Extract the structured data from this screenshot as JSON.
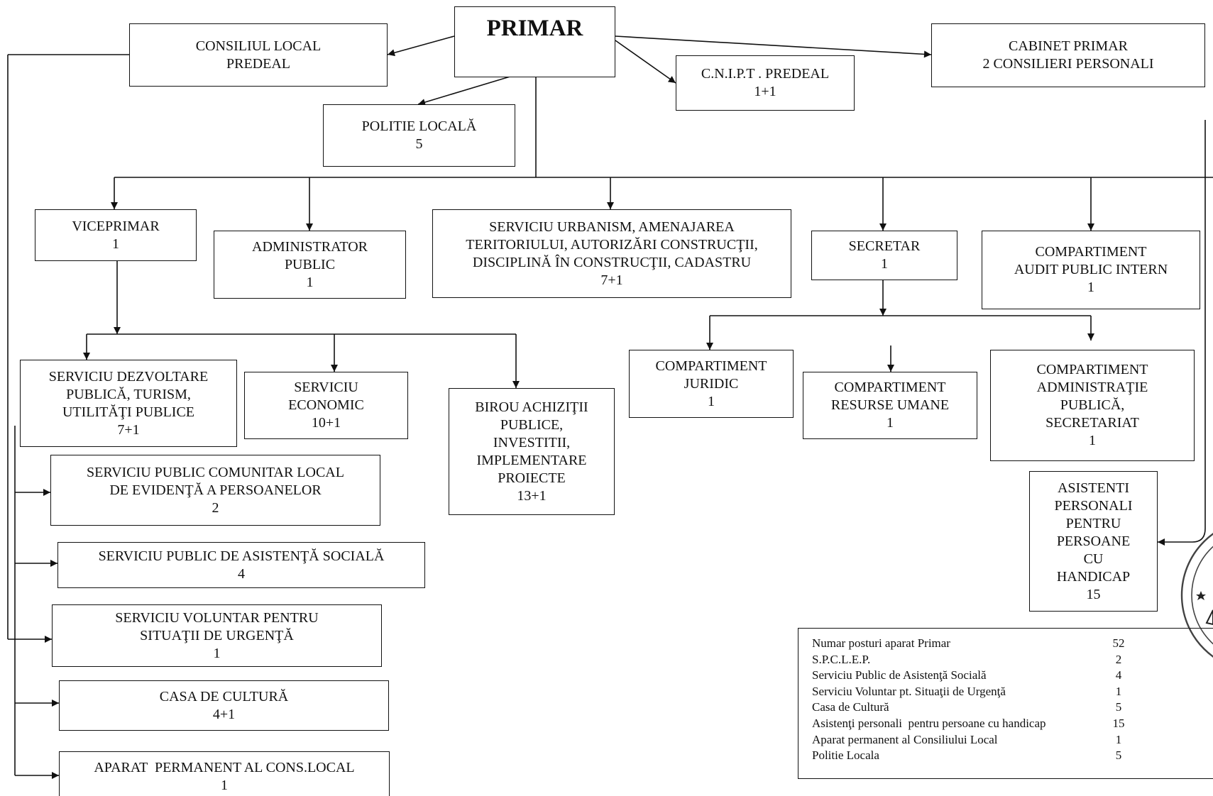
{
  "org_chart": {
    "primar": {
      "label": "PRIMAR"
    },
    "consiliul_local": {
      "lines": [
        "CONSILIUL LOCAL",
        "PREDEAL"
      ]
    },
    "cabinet_primar": {
      "lines": [
        "CABINET PRIMAR",
        "2 CONSILIERI PERSONALI"
      ]
    },
    "cnipt": {
      "lines": [
        "C.N.I.P.T . PREDEAL"
      ],
      "count": "1+1"
    },
    "politie_locala": {
      "lines": [
        "POLITIE LOCALĂ"
      ],
      "count": "5"
    },
    "viceprimar": {
      "lines": [
        "VICEPRIMAR"
      ],
      "count": "1"
    },
    "administrator_public": {
      "lines": [
        "ADMINISTRATOR",
        "PUBLIC"
      ],
      "count": "1"
    },
    "serviciu_urbanism": {
      "lines": [
        "SERVICIU URBANISM, AMENAJAREA",
        "TERITORIULUI, AUTORIZĂRI CONSTRUCŢII,",
        "DISCIPLINĂ ÎN CONSTRUCŢII, CADASTRU"
      ],
      "count": "7+1"
    },
    "secretar": {
      "lines": [
        "SECRETAR"
      ],
      "count": "1"
    },
    "audit_public_intern": {
      "lines": [
        "COMPARTIMENT",
        "AUDIT PUBLIC INTERN"
      ],
      "count": "1"
    },
    "serviciu_dezvoltare": {
      "lines": [
        "SERVICIU DEZVOLTARE",
        "PUBLICĂ, TURISM,",
        "UTILITĂŢI PUBLICE"
      ],
      "count": "7+1"
    },
    "serviciu_economic": {
      "lines": [
        "SERVICIU",
        "ECONOMIC"
      ],
      "count": "10+1"
    },
    "birou_achizitii": {
      "lines": [
        "BIROU ACHIZIŢII",
        "PUBLICE,",
        "INVESTITII,",
        "IMPLEMENTARE",
        "PROIECTE"
      ],
      "count": "13+1"
    },
    "compartiment_juridic": {
      "lines": [
        "COMPARTIMENT",
        "JURIDIC"
      ],
      "count": "1"
    },
    "compartiment_resurse_umane": {
      "lines": [
        "COMPARTIMENT",
        "RESURSE UMANE"
      ],
      "count": "1"
    },
    "compartiment_administratie": {
      "lines": [
        "COMPARTIMENT",
        "ADMINISTRAŢIE",
        "PUBLICĂ,",
        "SECRETARIAT"
      ],
      "count": "1"
    },
    "spclep": {
      "lines": [
        "SERVICIU PUBLIC COMUNITAR LOCAL",
        "DE EVIDENŢĂ A PERSOANELOR"
      ],
      "count": "2"
    },
    "asistenti_personali": {
      "lines": [
        "ASISTENTI",
        "PERSONALI",
        "PENTRU",
        "PERSOANE",
        "CU",
        "HANDICAP"
      ],
      "count": "15"
    },
    "asistenta_sociala": {
      "lines": [
        "SERVICIU PUBLIC DE ASISTENŢĂ SOCIALĂ"
      ],
      "count": "4"
    },
    "serviciu_voluntar": {
      "lines": [
        "SERVICIU VOLUNTAR PENTRU",
        "SITUAŢII DE URGENŢĂ"
      ],
      "count": "1"
    },
    "casa_de_cultura": {
      "lines": [
        "CASA DE CULTURĂ"
      ],
      "count": "4+1"
    },
    "aparat_permanent": {
      "lines": [
        "APARAT  PERMANENT AL CONS.LOCAL"
      ],
      "count": "1"
    }
  },
  "summary_table": {
    "rows": [
      {
        "label": "Numar posturi aparat Primar",
        "value": "52"
      },
      {
        "label": "S.P.C.L.E.P.",
        "value": "2"
      },
      {
        "label": "Serviciu Public de Asistenţă Socială",
        "value": "4"
      },
      {
        "label": "Serviciu Voluntar pt. Situaţii de Urgenţă",
        "value": "1"
      },
      {
        "label": "Casa de Cultură",
        "value": "5"
      },
      {
        "label": "Asistenţi personali  pentru persoane cu handicap",
        "value": "15"
      },
      {
        "label": "Aparat permanent al Consiliului Local",
        "value": "1"
      },
      {
        "label": "Politie Locala",
        "value": "5"
      }
    ]
  },
  "colors": {
    "ink": "#111111",
    "paper": "#ffffff",
    "stamp": "#222222"
  }
}
